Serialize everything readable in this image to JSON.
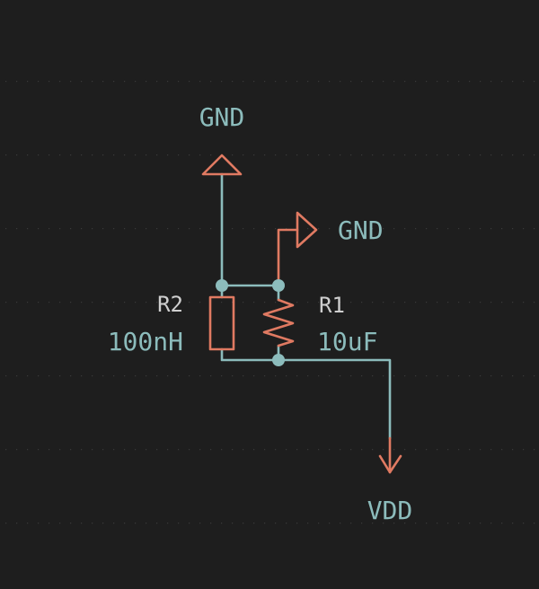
{
  "colors": {
    "background": "#1e1e1e",
    "wire": "#8cbcbc",
    "component": "#e07a62",
    "reference_text": "#cfcfcf"
  },
  "nets": {
    "gnd_top": "GND",
    "gnd_right": "GND",
    "vdd": "VDD"
  },
  "components": {
    "r2": {
      "ref": "R2",
      "value": "100nH"
    },
    "r1": {
      "ref": "R1",
      "value": "10uF"
    }
  }
}
